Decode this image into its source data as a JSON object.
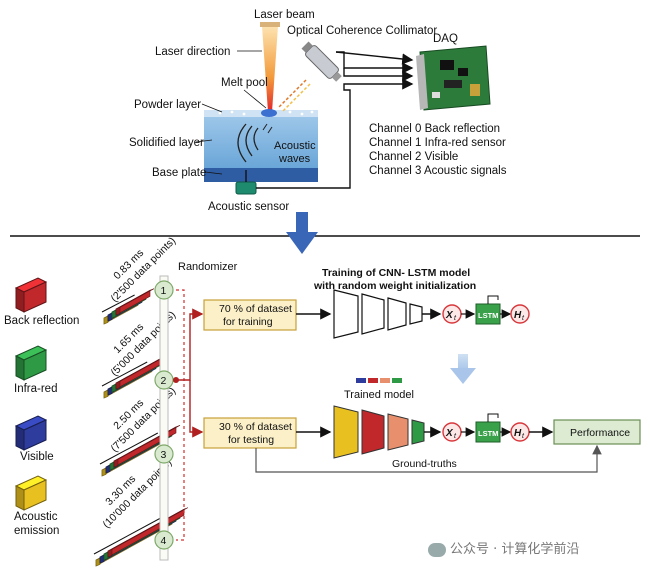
{
  "colors": {
    "red": "#c0282c",
    "green": "#2f9a46",
    "blue": "#2e3c9e",
    "yellow": "#e8c020",
    "salmon": "#e8906e",
    "arrow_blue": "#3a66b8",
    "node_green": "#d9ead1",
    "box_tan": "#fbf0c8",
    "box_tan_border": "#c9a13a",
    "perf_green": "#dcebd2",
    "lstm_green": "#3aa14b",
    "node_red": "#d8373b"
  },
  "setup": {
    "laser_beam": "Laser beam",
    "laser_direction": "Laser direction",
    "melt_pool": "Melt pool",
    "powder_layer": "Powder layer",
    "solidified_layer": "Solidified layer",
    "base_plate": "Base plate",
    "acoustic_waves_1": "Acoustic",
    "acoustic_waves_2": "waves",
    "acoustic_sensor": "Acoustic sensor",
    "collimator": "Optical Coherence Collimator",
    "daq": "DAQ",
    "channels": [
      "Channel 0 Back reflection",
      "Channel 1 Infra-red sensor",
      "Channel 2 Visible",
      "Channel 3 Acoustic signals"
    ]
  },
  "signals": {
    "legend": [
      {
        "label": "Back reflection",
        "color": "red"
      },
      {
        "label": "Infra-red",
        "color": "green"
      },
      {
        "label": "Visible",
        "color": "blue"
      },
      {
        "label": "Acoustic",
        "label2": "emission",
        "color": "yellow"
      }
    ],
    "windows": [
      {
        "duration": "0.83 ms",
        "points": "(2'500 data points)"
      },
      {
        "duration": "1.65 ms",
        "points": "(5'000 data points)"
      },
      {
        "duration": "2.50 ms",
        "points": "(7'500 data points)"
      },
      {
        "duration": "3.30 ms",
        "points": "(10'000 data points)"
      }
    ]
  },
  "randomizer": {
    "title": "Randomizer",
    "nodes": [
      "1",
      "2",
      "3",
      "4"
    ]
  },
  "training": {
    "title_1": "Training of CNN- LSTM model",
    "title_2": "with random weight initialization",
    "box_1": "70 % of dataset",
    "box_2": "for training",
    "x_label": "X",
    "x_sub": "t",
    "lstm": "LSTM",
    "h_label": "H",
    "h_sub": "t"
  },
  "testing": {
    "trained_model": "Trained model",
    "box_1": "30 % of dataset",
    "box_2": "for testing",
    "x_label": "X",
    "x_sub": "t",
    "lstm": "LSTM",
    "h_label": "H",
    "h_sub": "t",
    "performance": "Performance",
    "ground_truths": "Ground-truths"
  },
  "watermark": "公众号 · 计算化学前沿"
}
